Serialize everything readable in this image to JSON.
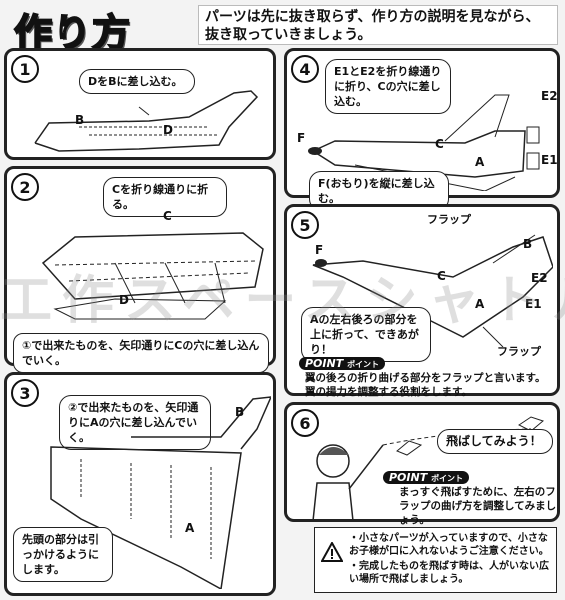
{
  "title": "作り方",
  "intro": "パーツは先に抜き取らず、作り方の説明を見ながら、抜き取っていきましょう。",
  "watermark": "工作スペースシャトル",
  "steps": [
    {
      "num": "1",
      "instruction": "DをBに差し込む。",
      "labels": {
        "b": "B",
        "d": "D"
      }
    },
    {
      "num": "2",
      "instruction": "Cを折り線通りに折る。",
      "instruction2": "①で出来たものを、矢印通りにCの穴に差し込んでいく。",
      "labels": {
        "c": "C",
        "d": "D"
      }
    },
    {
      "num": "3",
      "instruction": "②で出来たものを、矢印通りにAの穴に差し込んでいく。",
      "note": "先頭の部分は引っかけるようにします。",
      "labels": {
        "a": "A",
        "b": "B"
      }
    },
    {
      "num": "4",
      "instruction": "E1とE2を折り線通りに折り、Cの穴に差し込む。",
      "instruction2": "F(おもり)を縦に差し込む。",
      "labels": {
        "e2": "E2",
        "e1": "E1",
        "f": "F",
        "c": "C",
        "a": "A"
      }
    },
    {
      "num": "5",
      "flap_top": "フラップ",
      "flap_bottom": "フラップ",
      "instruction": "Aの左右後ろの部分を上に折って、できあがり！",
      "point": "POINT",
      "point_sub": "ポイント",
      "point_text": "翼の後ろの折り曲げる部分をフラップと言います。翼の揚力を調整する役割をします。",
      "labels": {
        "f": "F",
        "b": "B",
        "c": "C",
        "e2": "E2",
        "e1": "E1",
        "a": "A"
      }
    },
    {
      "num": "6",
      "speech": "飛ばしてみよう！",
      "point": "POINT",
      "point_sub": "ポイント",
      "point_text": "まっすぐ飛ばすために、左右のフラップの曲げ方を調整してみましょう。"
    }
  ],
  "caution": {
    "line1": "・小さなパーツが入っていますので、小さなお子様が口に入れないようご注意ください。",
    "line2": "・完成したものを飛ばす時は、人がいない広い場所で飛ばしましょう。"
  }
}
